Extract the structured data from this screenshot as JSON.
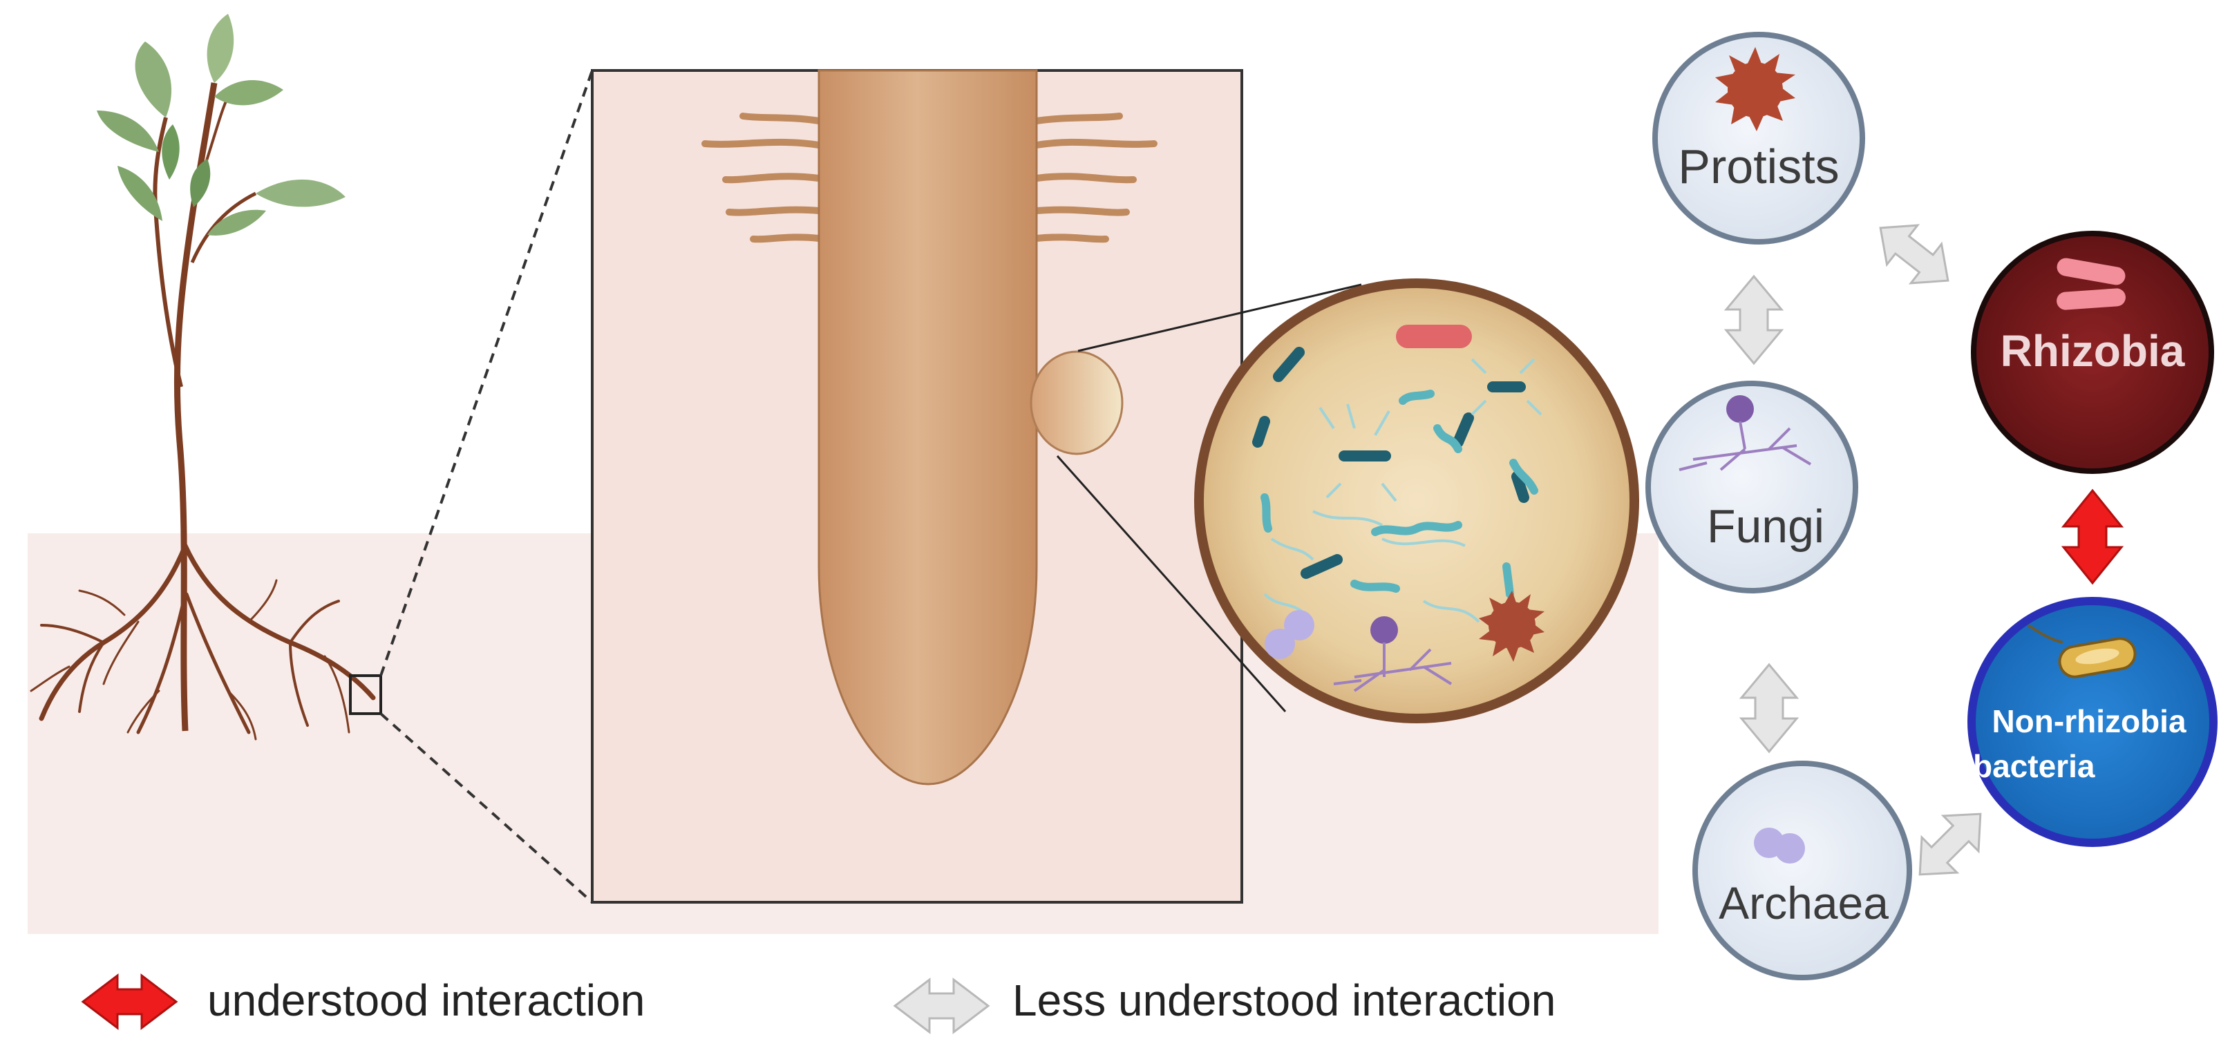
{
  "nodes": {
    "protists": "Protists",
    "fungi": "Fungi",
    "archaea": "Archaea",
    "rhizobia": "Rhizobia",
    "non_rhizobia_line1": "Non-rhizobia",
    "non_rhizobia_line2": "bacteria"
  },
  "legend": {
    "understood": "understood interaction",
    "less_understood": "Less understood interaction"
  },
  "colors": {
    "soil": "#f8ecea",
    "root": "#d3a27b",
    "rhizobia_fill": "#741a1c",
    "bacteria_fill": "#1f73c2",
    "understood_arrow": "#ee1c1c",
    "less_understood_arrow": "#e3e3e3"
  }
}
